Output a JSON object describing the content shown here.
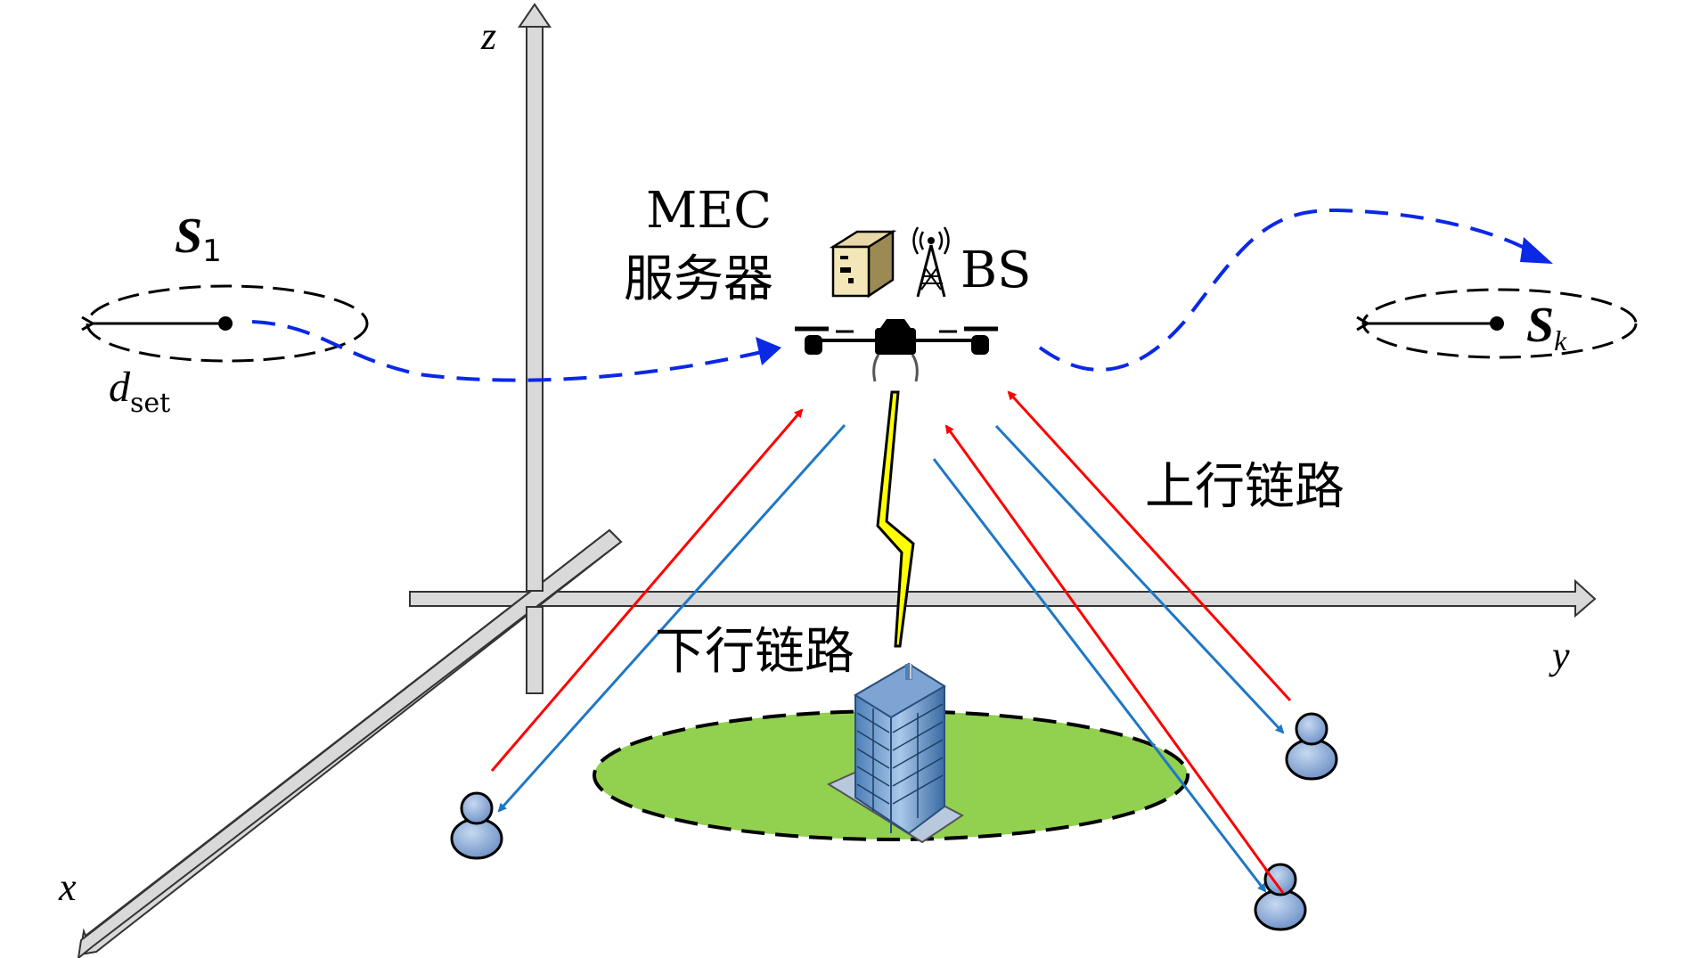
{
  "axes": {
    "x_label": "x",
    "y_label": "y",
    "z_label": "z"
  },
  "server": {
    "line1": "MEC",
    "line2": "服务器",
    "bs_label": "BS"
  },
  "start_point": {
    "symbol": "S",
    "subscript": "1",
    "radius_symbol": "d",
    "radius_subscript": "set"
  },
  "end_point": {
    "symbol": "S",
    "subscript": "k"
  },
  "links": {
    "uplink": "上行链路",
    "downlink": "下行链路"
  },
  "colors": {
    "uplink": "#ff0000",
    "downlink": "#1f77c4",
    "trajectory": "#0a28e6",
    "ground_area": "#92d050",
    "axis_fill": "#d9d9d9",
    "backhaul": "#ffff00",
    "user": "#8fb0dc"
  },
  "icons": [
    "drone-icon",
    "server-icon",
    "antenna-tower-icon",
    "building-icon",
    "user-icon"
  ]
}
